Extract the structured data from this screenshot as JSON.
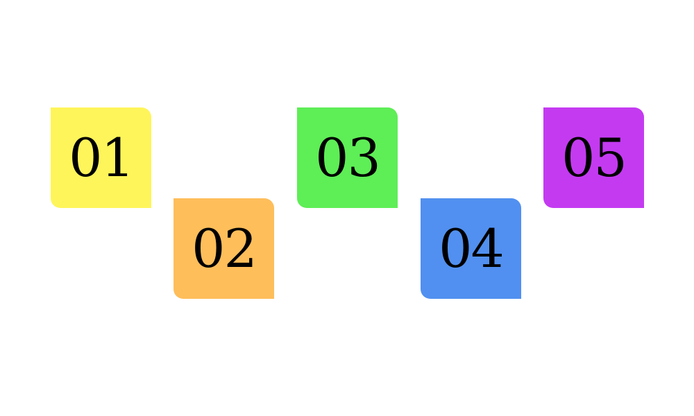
{
  "tiles": [
    {
      "label": "01",
      "color": "#FEF55A"
    },
    {
      "label": "02",
      "color": "#FEBE5A"
    },
    {
      "label": "03",
      "color": "#5EEE56"
    },
    {
      "label": "04",
      "color": "#5190F0"
    },
    {
      "label": "05",
      "color": "#C43AF1"
    }
  ]
}
